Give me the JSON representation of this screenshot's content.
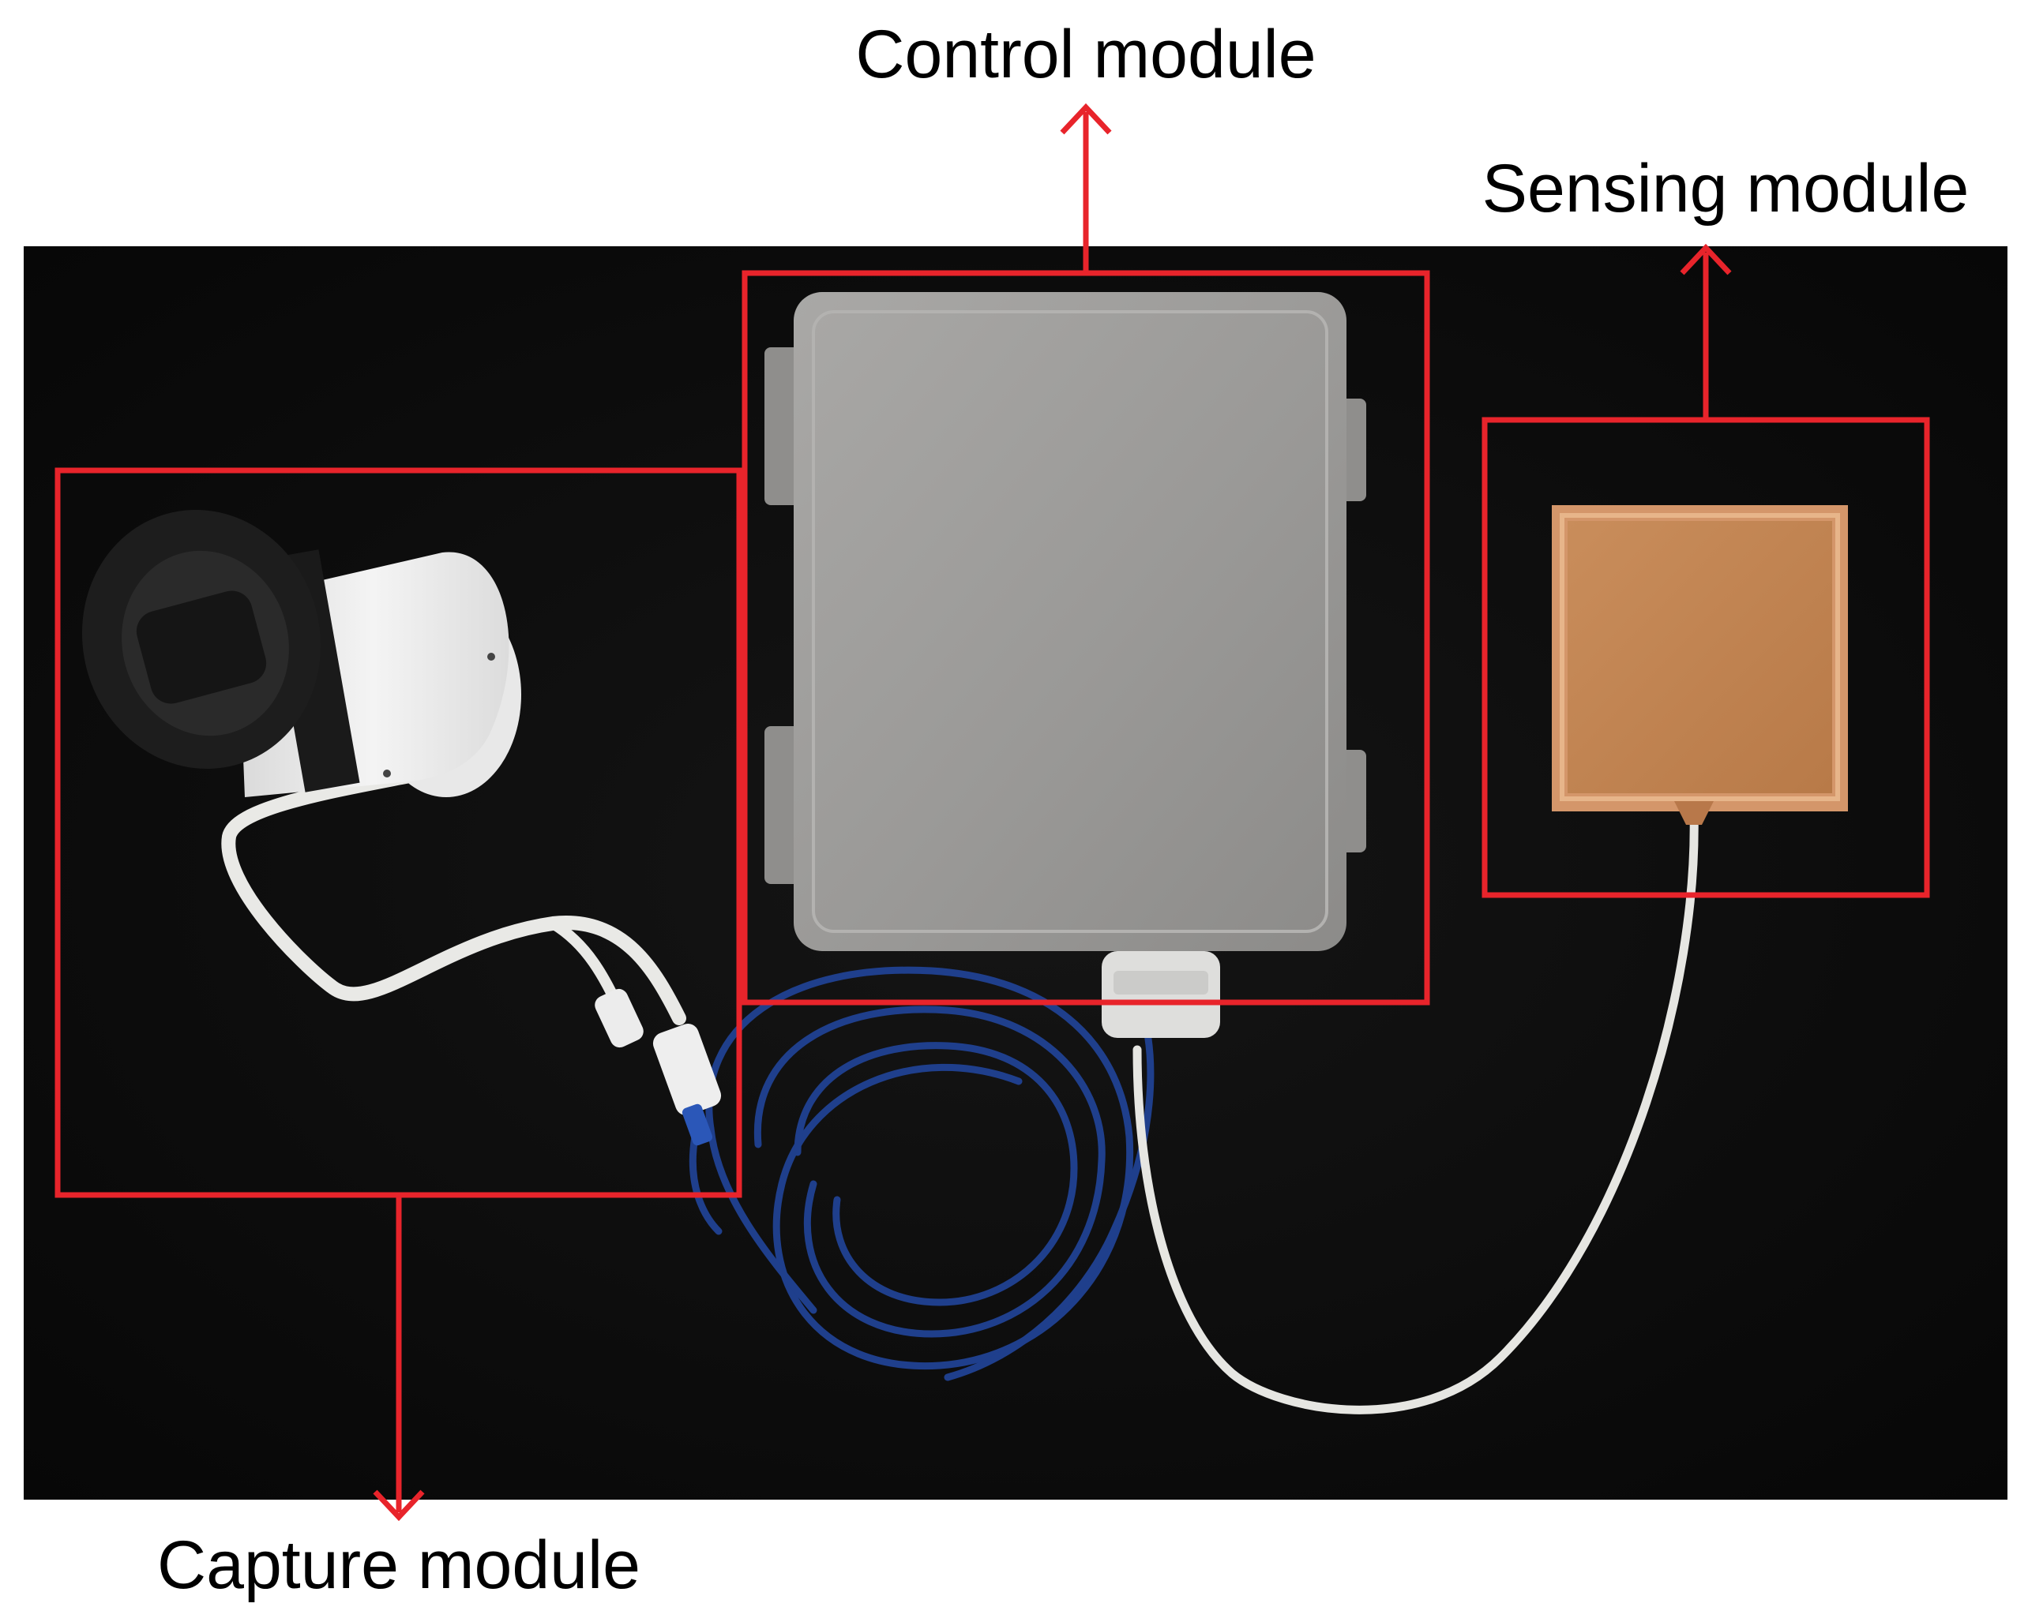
{
  "labels": {
    "control": "Control module",
    "sensing": "Sensing module",
    "capture": "Capture module"
  },
  "colors": {
    "annotation": "#e8242b",
    "background": "#0b0b0b",
    "enclosure": "#9b9a98",
    "copper": "#c98a55",
    "blue_cable": "#1f3f8c",
    "white_cable": "#e6e6e2",
    "camera_body": "#ececec",
    "camera_lens": "#1c1c1c"
  },
  "objects": {
    "capture": "security-camera",
    "control": "gray-enclosure-box",
    "sensing": "copper-sensor-pad"
  }
}
